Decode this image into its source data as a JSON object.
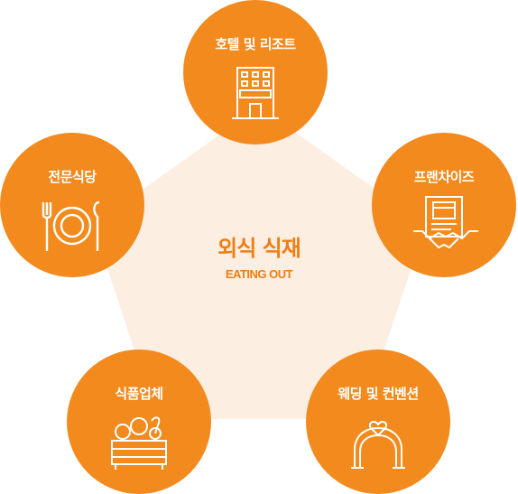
{
  "colors": {
    "node": "#f28a1e",
    "pentagon": "#fdeee2",
    "accent_text": "#f07d10",
    "label": "#ffffff"
  },
  "center": {
    "title": "외식 식재",
    "subtitle": "EATING OUT"
  },
  "nodes": [
    {
      "label": "호텔 및 리조트",
      "icon": "hotel-building-icon"
    },
    {
      "label": "프랜차이즈",
      "icon": "franchise-handshake-icon"
    },
    {
      "label": "웨딩 및 컨벤션",
      "icon": "wedding-arch-icon"
    },
    {
      "label": "식품업체",
      "icon": "vegetable-crate-icon"
    },
    {
      "label": "전문식당",
      "icon": "dining-utensils-icon"
    }
  ]
}
